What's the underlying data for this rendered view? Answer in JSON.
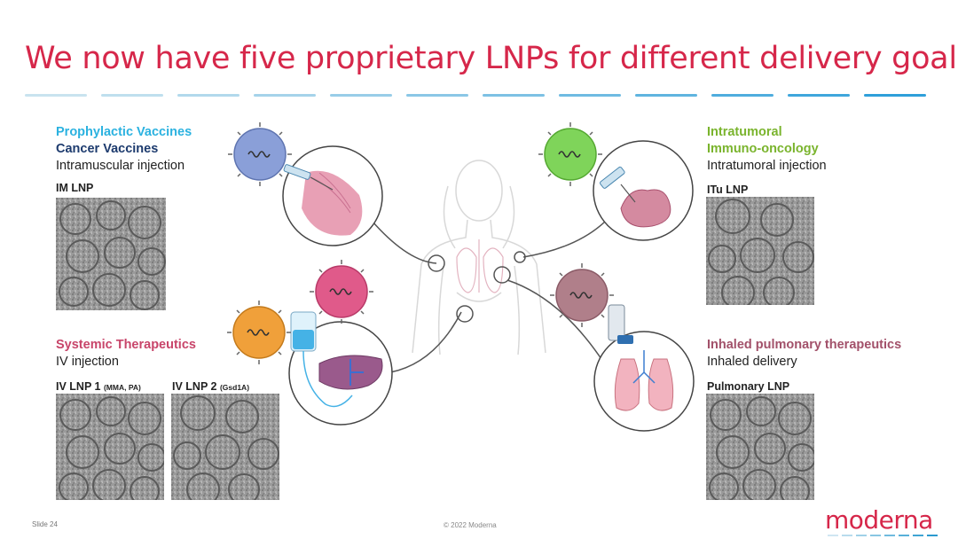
{
  "slide": {
    "title": "We now have five proprietary LNPs for different delivery goals",
    "slide_number": "Slide 24",
    "copyright": "© 2022 Moderna",
    "logo_text": "moderna"
  },
  "sections": {
    "im": {
      "heading1": "Prophylactic Vaccines",
      "heading2": "Cancer Vaccines",
      "route": "Intramuscular injection",
      "lnp_label": "IM LNP"
    },
    "itu": {
      "heading1": "Intratumoral",
      "heading2": "Immuno-oncology",
      "route": "Intratumoral injection",
      "lnp_label": "ITu LNP"
    },
    "iv": {
      "heading1": "Systemic Therapeutics",
      "route": "IV injection",
      "lnp1_label": "IV LNP 1",
      "lnp1_sub": "(MMA, PA)",
      "lnp2_label": "IV LNP 2",
      "lnp2_sub": "(Gsd1A)"
    },
    "pulm": {
      "heading1": "Inhaled pulmonary therapeutics",
      "route": "Inhaled delivery",
      "lnp_label": "Pulmonary LNP"
    }
  },
  "colors": {
    "brand_red": "#d6274a",
    "cyan": "#2bb2e0",
    "navy": "#1d3b6e",
    "green": "#7ab42d",
    "magenta": "#c8456a",
    "mauve": "#a2516a",
    "particle_blue": "#8a9fd8",
    "particle_green": "#7fd45a",
    "particle_orange": "#f0a03a",
    "particle_pink": "#e05a8a",
    "particle_mauve": "#b07f8a"
  },
  "icons": [
    "lnp-particle-icon",
    "syringe-icon",
    "iv-bag-icon",
    "inhaler-icon",
    "body-figure",
    "muscle-illustration",
    "tumor-illustration",
    "liver-illustration",
    "lungs-illustration"
  ]
}
